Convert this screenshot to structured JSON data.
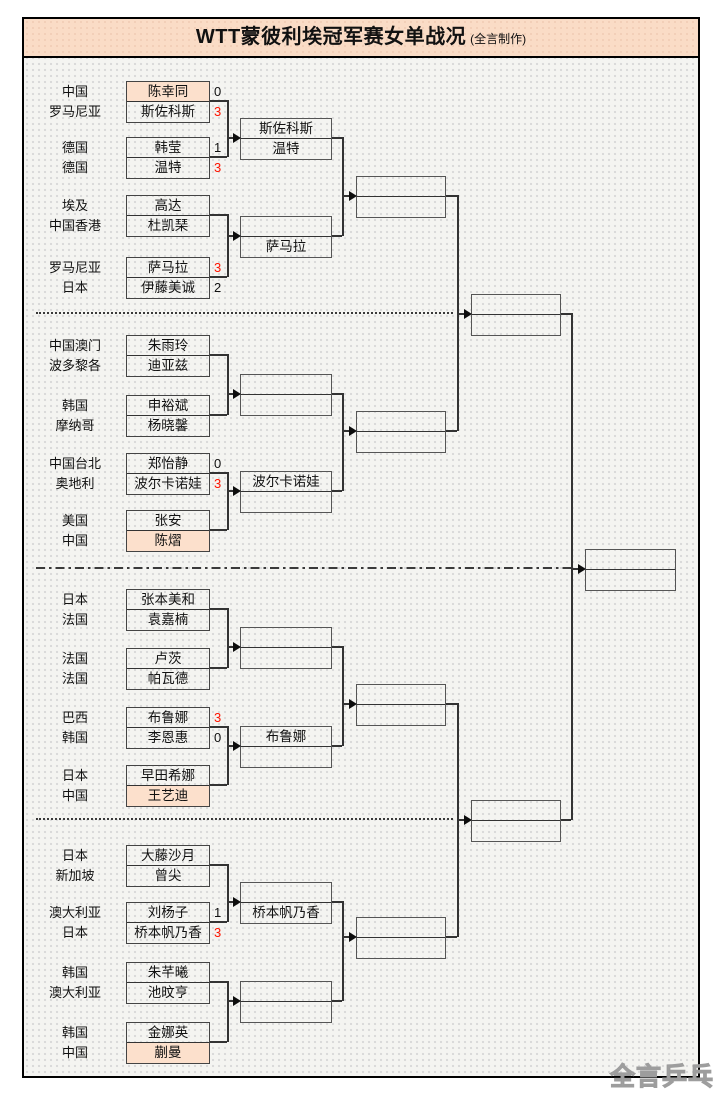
{
  "title": {
    "main": "WTT蒙彼利埃冠军赛女单战况",
    "credit": "(全言制作)"
  },
  "watermark": "全言乒乓",
  "colors": {
    "title_bg": "#fadcc6",
    "highlight_bg": "#fce0cc",
    "win_score": "#ff1400",
    "line": "#333333",
    "board_bg": "#f4f4f1"
  },
  "matches": [
    {
      "country1": "中国",
      "player1": "陈幸同",
      "score1": "0",
      "highlight1": true,
      "country2": "罗马尼亚",
      "player2": "斯佐科斯",
      "score2": "3",
      "highlight2": false
    },
    {
      "country1": "德国",
      "player1": "韩莹",
      "score1": "1",
      "highlight1": false,
      "country2": "德国",
      "player2": "温特",
      "score2": "3",
      "highlight2": false
    },
    {
      "country1": "埃及",
      "player1": "高达",
      "score1": "",
      "highlight1": false,
      "country2": "中国香港",
      "player2": "杜凯琹",
      "score2": "",
      "highlight2": false
    },
    {
      "country1": "罗马尼亚",
      "player1": "萨马拉",
      "score1": "3",
      "highlight1": false,
      "country2": "日本",
      "player2": "伊藤美诚",
      "score2": "2",
      "highlight2": false
    },
    {
      "country1": "中国澳门",
      "player1": "朱雨玲",
      "score1": "",
      "highlight1": false,
      "country2": "波多黎各",
      "player2": "迪亚兹",
      "score2": "",
      "highlight2": false
    },
    {
      "country1": "韩国",
      "player1": "申裕斌",
      "score1": "",
      "highlight1": false,
      "country2": "摩纳哥",
      "player2": "杨晓馨",
      "score2": "",
      "highlight2": false
    },
    {
      "country1": "中国台北",
      "player1": "郑怡静",
      "score1": "0",
      "highlight1": false,
      "country2": "奥地利",
      "player2": "波尔卡诺娃",
      "score2": "3",
      "highlight2": false
    },
    {
      "country1": "美国",
      "player1": "张安",
      "score1": "",
      "highlight1": false,
      "country2": "中国",
      "player2": "陈熠",
      "score2": "",
      "highlight2": true
    },
    {
      "country1": "日本",
      "player1": "张本美和",
      "score1": "",
      "highlight1": false,
      "country2": "法国",
      "player2": "袁嘉楠",
      "score2": "",
      "highlight2": false
    },
    {
      "country1": "法国",
      "player1": "卢茨",
      "score1": "",
      "highlight1": false,
      "country2": "法国",
      "player2": "帕瓦德",
      "score2": "",
      "highlight2": false
    },
    {
      "country1": "巴西",
      "player1": "布鲁娜",
      "score1": "3",
      "highlight1": false,
      "country2": "韩国",
      "player2": "李恩惠",
      "score2": "0",
      "highlight2": false
    },
    {
      "country1": "日本",
      "player1": "早田希娜",
      "score1": "",
      "highlight1": false,
      "country2": "中国",
      "player2": "王艺迪",
      "score2": "",
      "highlight2": true
    },
    {
      "country1": "日本",
      "player1": "大藤沙月",
      "score1": "",
      "highlight1": false,
      "country2": "新加坡",
      "player2": "曾尖",
      "score2": "",
      "highlight2": false
    },
    {
      "country1": "澳大利亚",
      "player1": "刘杨子",
      "score1": "1",
      "highlight1": false,
      "country2": "日本",
      "player2": "桥本帆乃香",
      "score2": "3",
      "highlight2": false
    },
    {
      "country1": "韩国",
      "player1": "朱芊曦",
      "score1": "",
      "highlight1": false,
      "country2": "澳大利亚",
      "player2": "池旼亨",
      "score2": "",
      "highlight2": false
    },
    {
      "country1": "韩国",
      "player1": "金娜英",
      "score1": "",
      "highlight1": false,
      "country2": "中国",
      "player2": "蒯曼",
      "score2": "",
      "highlight2": true
    }
  ],
  "round_of_16": [
    {
      "top": "斯佐科斯",
      "bottom": "温特"
    },
    {
      "top": "",
      "bottom": "萨马拉"
    },
    {
      "top": "",
      "bottom": ""
    },
    {
      "top": "波尔卡诺娃",
      "bottom": ""
    },
    {
      "top": "",
      "bottom": ""
    },
    {
      "top": "布鲁娜",
      "bottom": ""
    },
    {
      "top": "",
      "bottom": "桥本帆乃香"
    },
    {
      "top": "",
      "bottom": ""
    }
  ],
  "quarterfinals": [
    {
      "top": "",
      "bottom": ""
    },
    {
      "top": "",
      "bottom": ""
    },
    {
      "top": "",
      "bottom": ""
    },
    {
      "top": "",
      "bottom": ""
    }
  ],
  "semifinals": [
    {
      "top": "",
      "bottom": ""
    },
    {
      "top": "",
      "bottom": ""
    }
  ],
  "final": {
    "top": "",
    "bottom": ""
  }
}
